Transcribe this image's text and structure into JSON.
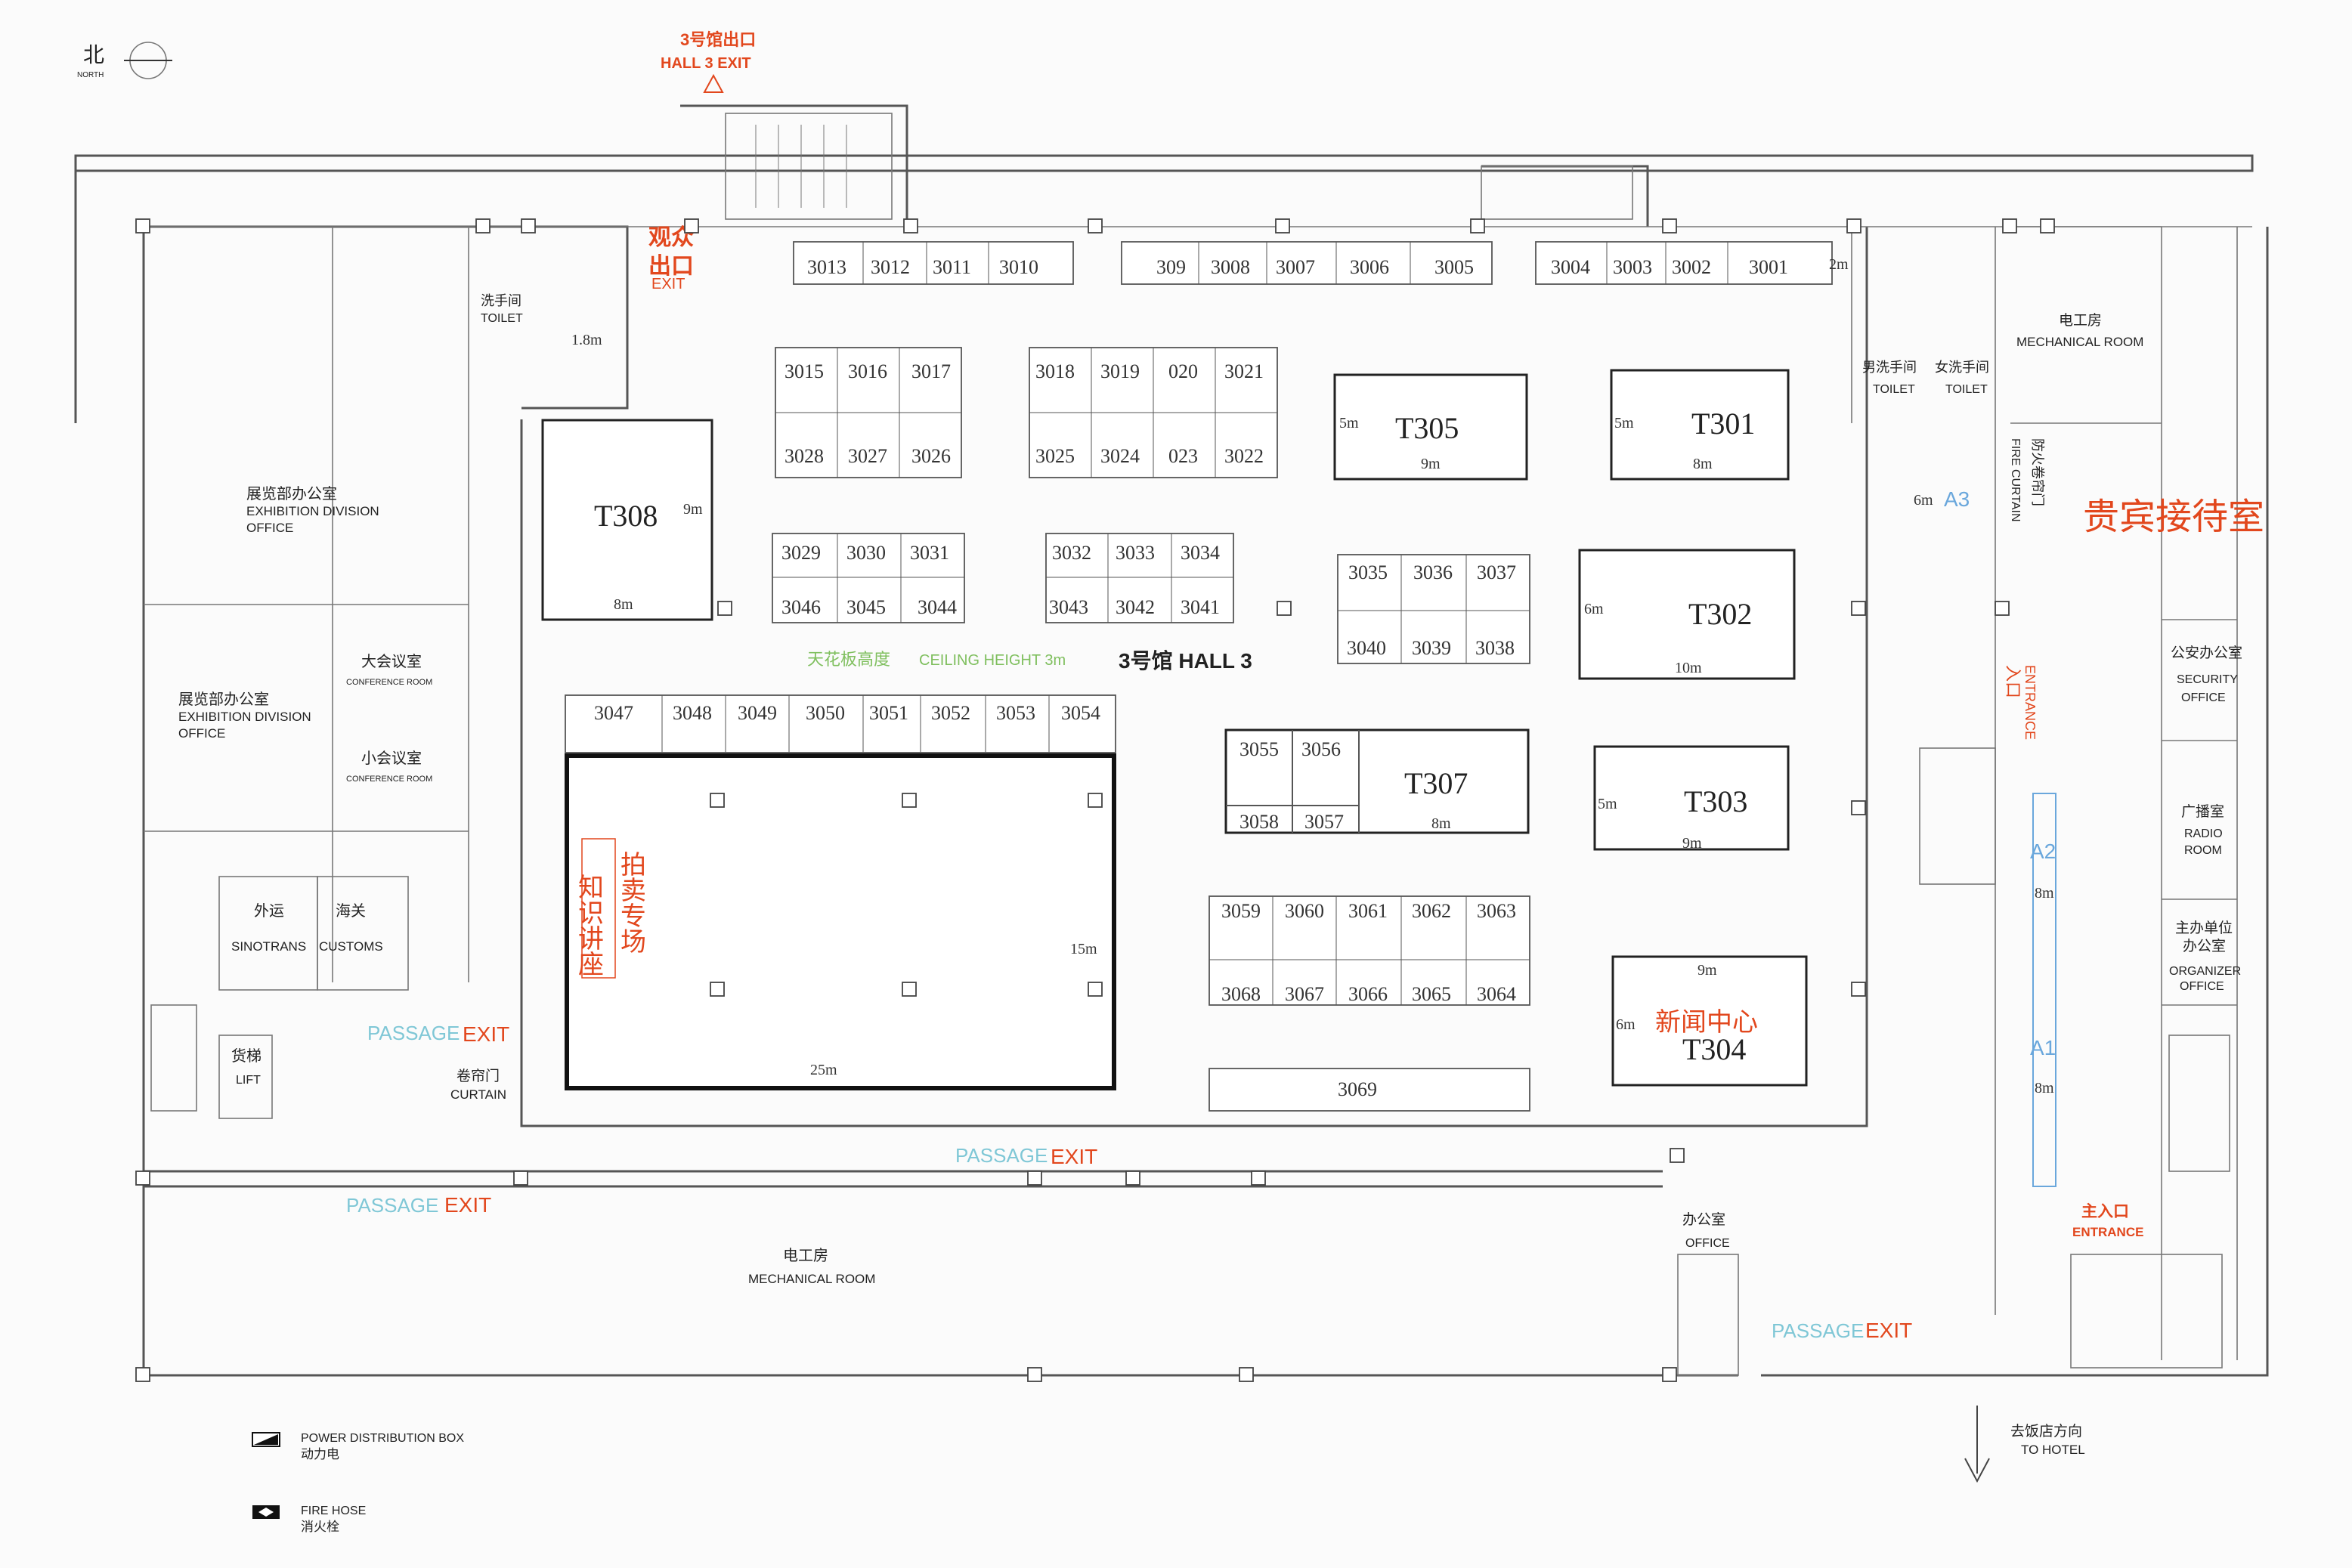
{
  "north": {
    "cn": "北",
    "en": "NORTH"
  },
  "hall": {
    "exit_cn": "3号馆出口",
    "exit_en": "HALL 3 EXIT",
    "name": "3号馆 HALL 3",
    "ceiling_cn": "天花板高度",
    "ceiling_en": "CEILING HEIGHT 3m"
  },
  "visitor_exit": {
    "cn": "观众出口",
    "en": "EXIT"
  },
  "rooms": {
    "toilet_w": {
      "cn": "洗手间",
      "en": "TOILET"
    },
    "office1": {
      "cn": "展览部办公室",
      "en1": "EXHIBITION DIVISION",
      "en2": "OFFICE"
    },
    "office2": {
      "cn": "展览部办公室",
      "en1": "EXHIBITION DIVISION",
      "en2": "OFFICE"
    },
    "big_conf": {
      "cn": "大会议室",
      "en": "CONFERENCE ROOM"
    },
    "small_conf": {
      "cn": "小会议室",
      "en": "CONFERENCE ROOM"
    },
    "sinotrans": {
      "cn": "外运",
      "en": "SINOTRANS"
    },
    "customs": {
      "cn": "海关",
      "en": "CUSTOMS"
    },
    "lift": {
      "cn": "货梯",
      "en": "LIFT"
    },
    "curtain": {
      "cn": "卷帘门",
      "en": "CURTAIN"
    },
    "mech_bottom": {
      "cn": "电工房",
      "en": "MECHANICAL ROOM"
    },
    "mech_top": {
      "cn": "电工房",
      "en": "MECHANICAL ROOM"
    },
    "men_toilet": {
      "cn": "男洗手间",
      "en": "TOILET"
    },
    "women_toilet": {
      "cn": "女洗手间",
      "en": "TOILET"
    },
    "fire_curtain": {
      "cn": "防火卷帘门",
      "en": "FIRE CURTAIN"
    },
    "vip": {
      "cn": "贵宾接待室"
    },
    "security": {
      "cn": "公安办公室",
      "en1": "SECURITY",
      "en2": "OFFICE"
    },
    "radio": {
      "cn": "广播室",
      "en1": "RADIO",
      "en2": "ROOM"
    },
    "organizer": {
      "cn1": "主办单位",
      "cn2": "办公室",
      "en1": "ORGANIZER",
      "en2": "OFFICE"
    },
    "office_small": {
      "cn": "办公室",
      "en": "OFFICE"
    },
    "entrance_side": {
      "cn": "入口",
      "en": "ENTRANCE"
    },
    "main_entrance": {
      "cn": "主入口",
      "en": "ENTRANCE"
    },
    "hotel": {
      "cn": "去饭店方向",
      "en": "TO HOTEL"
    }
  },
  "passage": {
    "en": "PASSAGE",
    "exit": "EXIT"
  },
  "auction": {
    "col1": "知识讲座",
    "col2": "拍卖专场",
    "w": "25m",
    "h": "15m"
  },
  "press": {
    "cn": "新闻中心"
  },
  "booths": {
    "row_top_a": [
      "3013",
      "3012",
      "3011",
      "3010"
    ],
    "row_top_b": [
      "309",
      "3008",
      "3007",
      "3006",
      "3005"
    ],
    "row_top_c": [
      "3004",
      "3003",
      "3002",
      "3001"
    ],
    "g1_top": [
      "3015",
      "3016",
      "3017"
    ],
    "g1_bot": [
      "3028",
      "3027",
      "3026"
    ],
    "g2_top": [
      "3018",
      "3019",
      "020",
      "3021"
    ],
    "g2_bot": [
      "3025",
      "3024",
      "023",
      "3022"
    ],
    "g3_top": [
      "3029",
      "3030",
      "3031"
    ],
    "g3_bot": [
      "3046",
      "3045",
      "3044"
    ],
    "g4_top": [
      "3032",
      "3033",
      "3034"
    ],
    "g4_bot": [
      "3043",
      "3042",
      "3041"
    ],
    "g5_top": [
      "3035",
      "3036",
      "3037"
    ],
    "g5_bot": [
      "3040",
      "3039",
      "3038"
    ],
    "row_mid": [
      "3047",
      "3048",
      "3049",
      "3050",
      "3051",
      "3052",
      "3053",
      "3054"
    ],
    "g6": [
      "3055",
      "3056",
      "3058",
      "3057"
    ],
    "g7_top": [
      "3059",
      "3060",
      "3061",
      "3062",
      "3063"
    ],
    "g7_bot": [
      "3068",
      "3067",
      "3066",
      "3065",
      "3064"
    ],
    "b3069": "3069"
  },
  "tbooths": {
    "t308": {
      "name": "T308",
      "w": "8m",
      "h": "9m"
    },
    "t305": {
      "name": "T305",
      "w": "9m",
      "h": "5m"
    },
    "t301": {
      "name": "T301",
      "w": "8m",
      "h": "5m"
    },
    "t302": {
      "name": "T302",
      "w": "10m",
      "h": "6m"
    },
    "t307": {
      "name": "T307",
      "w": "8m"
    },
    "t303": {
      "name": "T303",
      "w": "9m",
      "h": "5m"
    },
    "t304": {
      "name": "T304",
      "w": "9m",
      "h": "6m"
    }
  },
  "zones": {
    "a3": {
      "name": "A3",
      "dim": "6m"
    },
    "a2": {
      "name": "A2",
      "dim": "8m"
    },
    "a1": {
      "name": "A1",
      "dim": "8m"
    }
  },
  "dims": {
    "d18": "1.8m",
    "d2": "2m"
  },
  "legend": {
    "power_en": "POWER DISTRIBUTION BOX",
    "power_cn": "动力电",
    "hose_en": "FIRE HOSE",
    "hose_cn": "消火栓"
  },
  "colors": {
    "exit_red": "#e2471d",
    "passage_cyan": "#7fc7d6",
    "ceiling_green": "#7fbf5e",
    "zone_blue": "#6aa7dc"
  }
}
